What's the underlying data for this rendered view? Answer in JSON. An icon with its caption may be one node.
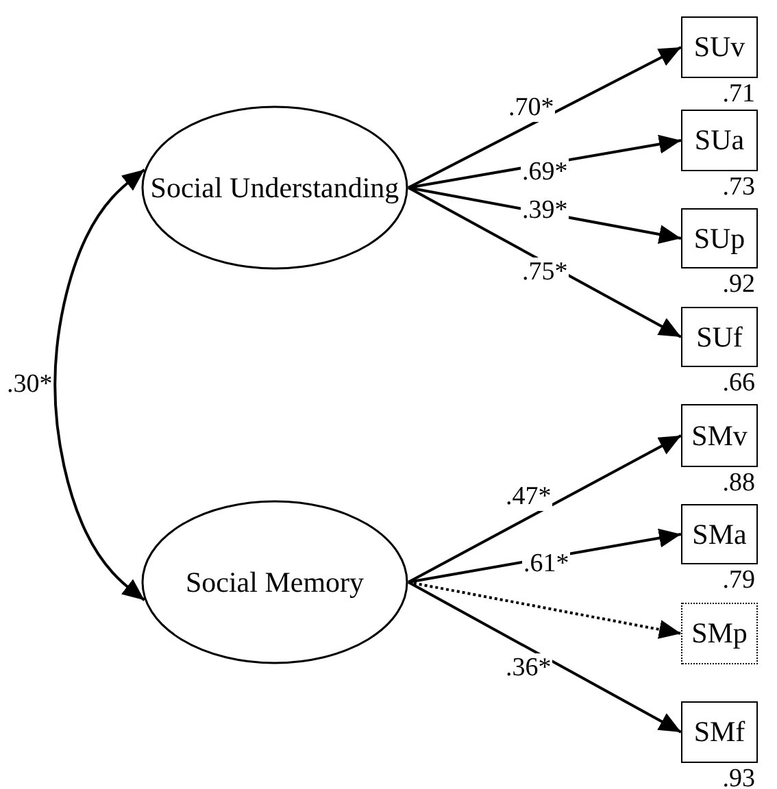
{
  "diagram": {
    "nodes": [
      {
        "text": [
          "Social Understanding"
        ]
      },
      {
        "text": [
          "Social Memory"
        ]
      },
      {
        "text": [
          "SUv"
        ],
        "beside": [
          ".71"
        ]
      },
      {
        "text": [
          "SUa"
        ],
        "beside": [
          ".73"
        ]
      },
      {
        "text": [
          "SUp"
        ],
        "beside": [
          ".92"
        ]
      },
      {
        "text": [
          "SUf"
        ],
        "beside": [
          ".66"
        ]
      },
      {
        "text": [
          "SMv"
        ],
        "beside": [
          ".88"
        ]
      },
      {
        "text": [
          "SMa"
        ],
        "beside": [
          ".79"
        ]
      },
      {
        "text": [
          "SMp"
        ]
      },
      {
        "text": [
          "SMf"
        ],
        "beside": [
          ".93"
        ]
      }
    ],
    "edges": [
      {
        "from": 0,
        "to": 1,
        "arrow": "both",
        "label": ".30*"
      },
      {
        "from": 0,
        "to": 2,
        "arrow": "to",
        "label": ".70*"
      },
      {
        "from": 0,
        "to": 3,
        "arrow": "to",
        "label": ".69*"
      },
      {
        "from": 0,
        "to": 4,
        "arrow": "to",
        "label": ".39*"
      },
      {
        "from": 0,
        "to": 5,
        "arrow": "to",
        "label": ".75*"
      },
      {
        "from": 1,
        "to": 6,
        "arrow": "to",
        "label": ".47*"
      },
      {
        "from": 1,
        "to": 7,
        "arrow": "to",
        "label": ".61*"
      },
      {
        "from": 1,
        "to": 8,
        "arrow": "to",
        "style": "dashed"
      },
      {
        "from": 1,
        "to": 9,
        "arrow": "to",
        "label": ".36*"
      }
    ]
  }
}
